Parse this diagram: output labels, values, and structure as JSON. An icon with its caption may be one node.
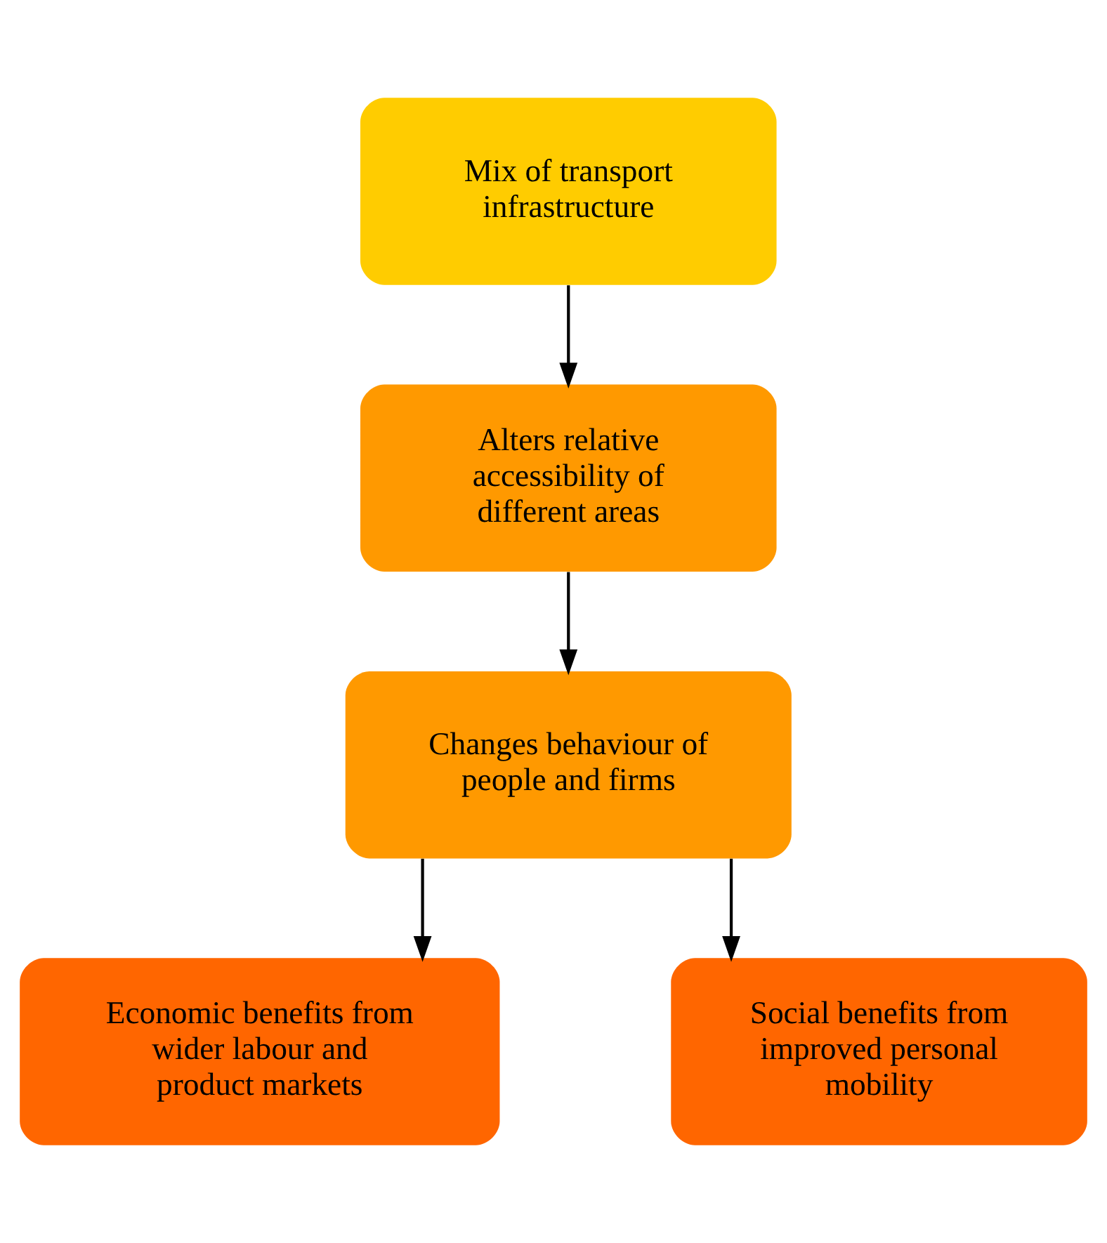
{
  "diagram": {
    "nodes": [
      {
        "text": [
          "Mix of transport infrastructure"
        ]
      },
      {
        "text": [
          "Alters relative accessibility of different areas"
        ]
      },
      {
        "text": [
          "Changes behaviour of people and firms"
        ]
      },
      {
        "text": [
          "Economic benefits from wider labour and product markets"
        ]
      },
      {
        "text": [
          "Social benefits from improved personal mobility"
        ]
      }
    ],
    "edges": [
      {
        "from": 0,
        "to": 1,
        "arrow": "to"
      },
      {
        "from": 1,
        "to": 2,
        "arrow": "to"
      },
      {
        "from": 2,
        "to": 3,
        "arrow": "to"
      },
      {
        "from": 2,
        "to": 4,
        "arrow": "to"
      }
    ]
  }
}
